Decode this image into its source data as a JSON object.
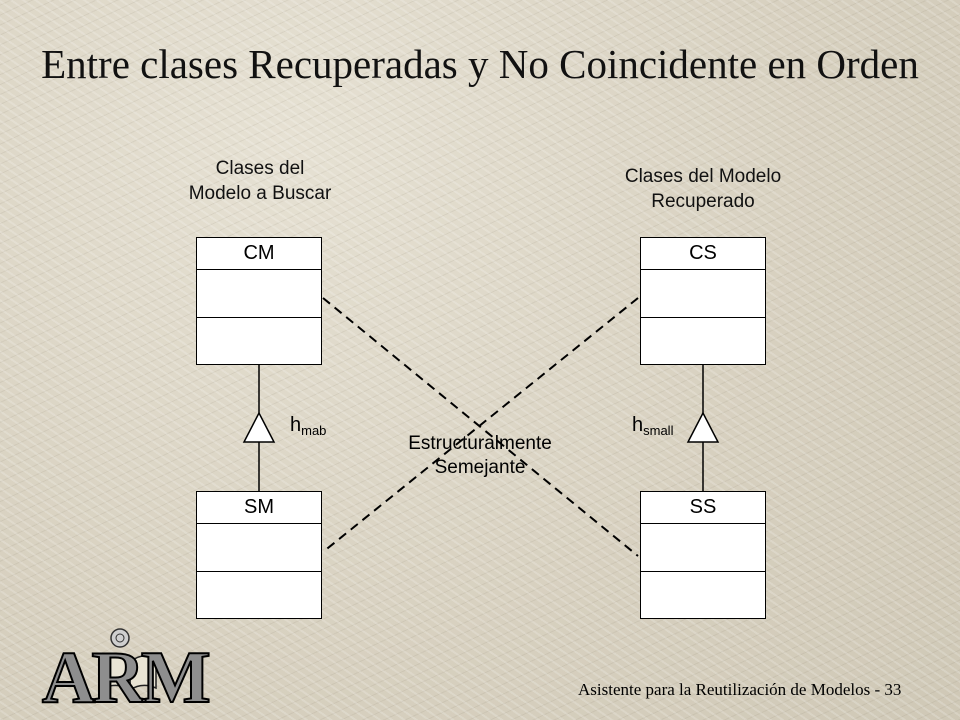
{
  "title": "Entre clases Recuperadas y No Coincidente en Orden",
  "left_group": {
    "line1": "Clases del",
    "line2": "Modelo a Buscar"
  },
  "right_group": {
    "line1": "Clases del Modelo",
    "line2": "Recuperado"
  },
  "classes": {
    "cm": "CM",
    "sm": "SM",
    "cs": "CS",
    "ss": "SS"
  },
  "hierarchy_left": {
    "base": "h",
    "sub": "mab"
  },
  "hierarchy_right": {
    "base": "h",
    "sub": "small"
  },
  "relation": {
    "line1": "Estructuralmente",
    "line2": "Semejante"
  },
  "footer": "Asistente para la Reutilización de Modelos - 33",
  "logo_text": "ARM",
  "logo_icon": "book-icon"
}
